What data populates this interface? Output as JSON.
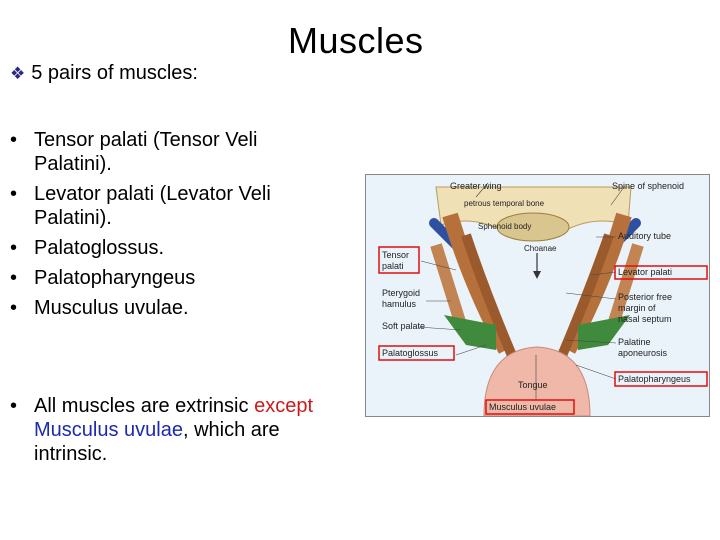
{
  "title": "Muscles",
  "subtitle": "5 pairs of muscles:",
  "muscles": [
    "Tensor palati (Tensor Veli Palatini).",
    "Levator palati (Levator Veli Palatini).",
    "Palatoglossus.",
    "Palatopharyngeus",
    "Musculus uvulae."
  ],
  "note": {
    "part1": "All muscles are extrinsic",
    "except_word": "except",
    "exception_name": "Musculus uvulae",
    "part2": ", which are intrinsic."
  },
  "colors": {
    "except": "#cc1a1a",
    "exception": "#1a2bb0",
    "highlight_box": "#e01010"
  },
  "figure": {
    "labels": {
      "greater_wing": "Greater wing",
      "petrous": "petrous temporal bone",
      "spine": "Spine of sphenoid",
      "sphenoid_body": "Sphenoid body",
      "auditory_tube": "Auditory tube",
      "tensor_line1": "Tensor",
      "tensor_line2": "palati",
      "choanae": "Choanae",
      "levator": "Levator palati",
      "pterygoid_line1": "Pterygoid",
      "pterygoid_line2": "hamulus",
      "posterior_line1": "Posterior free",
      "posterior_line2": "margin of",
      "posterior_line3": "nasal septum",
      "soft_palate": "Soft palate",
      "palatine_line1": "Palatine",
      "palatine_line2": "aponeurosis",
      "palatoglossus": "Palatoglossus",
      "tongue": "Tongue",
      "palatopharyngeus": "Palatopharyngeus",
      "musculus_uvulae": "Musculus uvulae"
    }
  }
}
